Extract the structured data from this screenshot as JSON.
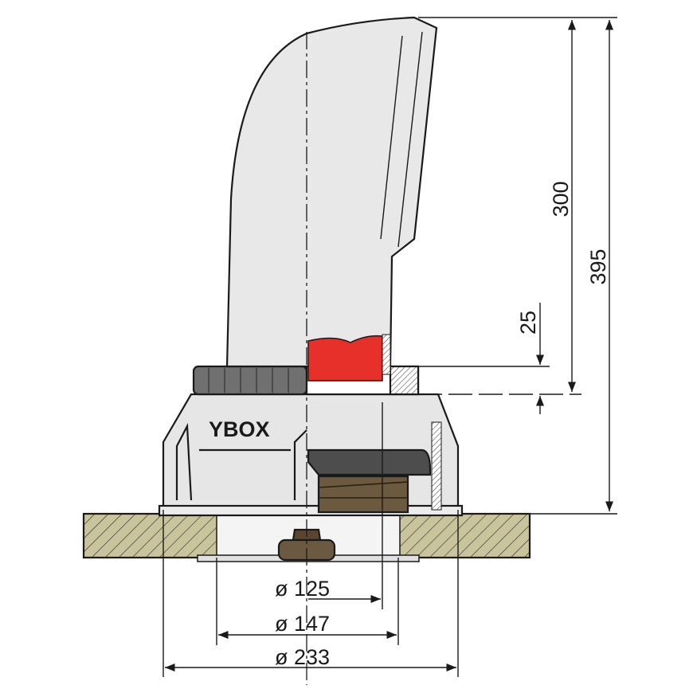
{
  "drawing": {
    "brand_label": "YBOX",
    "dimensions": {
      "height_cowl": "300",
      "height_total": "395",
      "insert_depth": "25",
      "diameter_inner": "ø 125",
      "diameter_cutout": "ø 147",
      "diameter_base": "ø 233"
    },
    "colors": {
      "cowl": "#e8e8e8",
      "red_inner": "#e8302a",
      "deck": "#c9c49b",
      "knob": "#5a4630",
      "ring": "#707070"
    }
  }
}
